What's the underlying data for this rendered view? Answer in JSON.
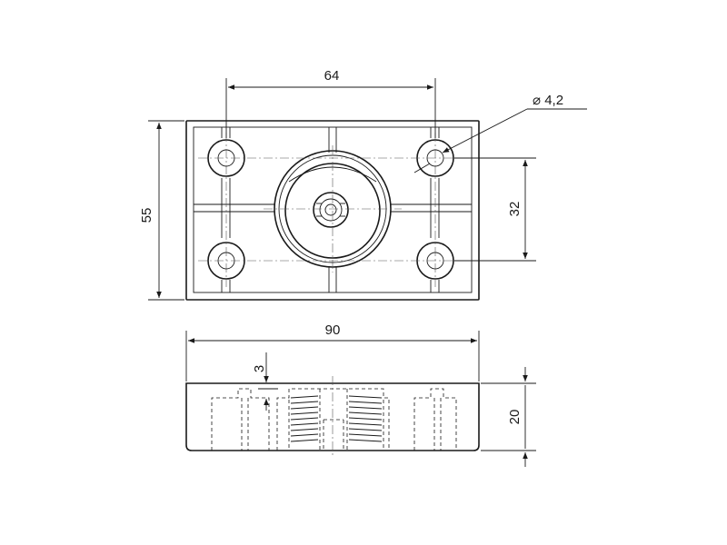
{
  "dimensions": {
    "hole_spacing": "64",
    "hole_diameter": "⌀ 4,2",
    "height": "55",
    "vertical_hole_spacing": "32",
    "width": "90",
    "plate_thickness": "3",
    "depth": "20"
  }
}
